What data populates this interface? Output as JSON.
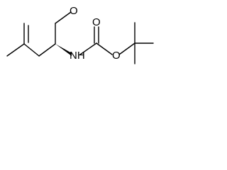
{
  "molecule": {
    "atom_labels": {
      "aldehyde_oxygen": "O",
      "amine_nitrogen": "NH",
      "carbonyl_oxygen": "O",
      "ester_oxygen": "O"
    },
    "stereo_bond": "wedge"
  }
}
